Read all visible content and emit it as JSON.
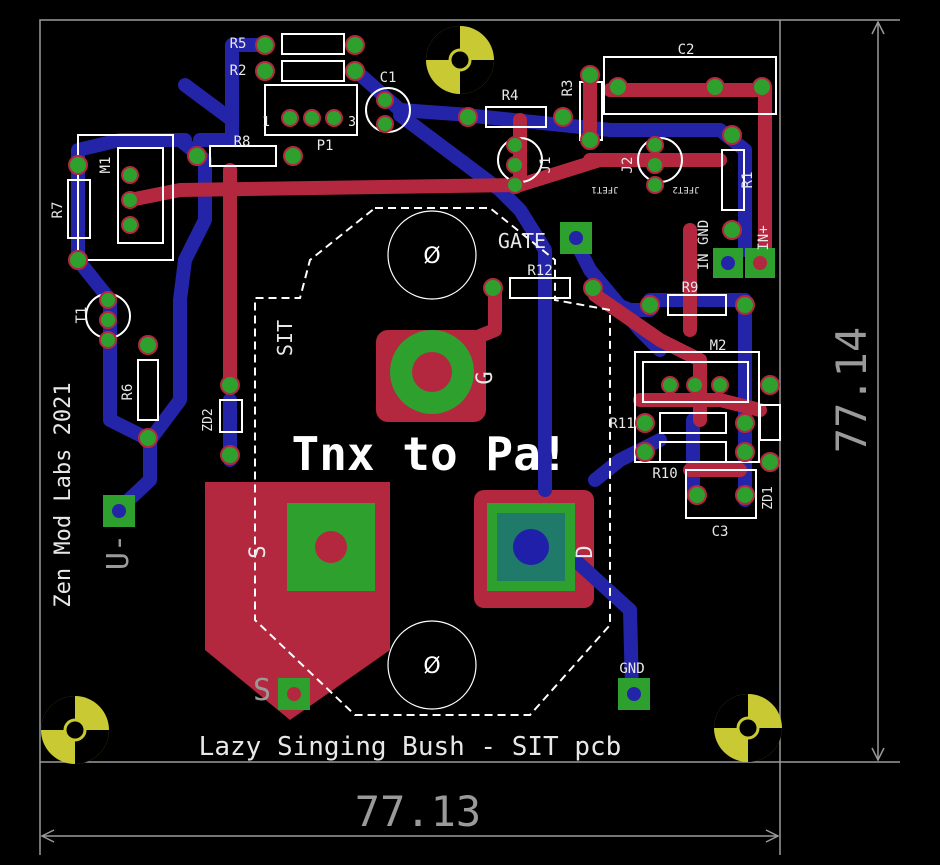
{
  "title": "Lazy Singing Bush - SIT pcb",
  "banner": "Tnx to Pa!",
  "maker": "Zen Mod Labs 2021",
  "dimensions": {
    "width": "77.13",
    "height": "77.14"
  },
  "pads": {
    "gate": "GATE",
    "gnd": "GND",
    "in_gnd": "IN GND",
    "in_plus": "IN+",
    "u_minus": "U-",
    "s": "S"
  },
  "parts": {
    "r5": "R5",
    "r2": "R2",
    "c1": "C1",
    "p1": "P1",
    "r8": "R8",
    "m1": "M1",
    "r7": "R7",
    "t1": "T1",
    "r6": "R6",
    "zd2": "ZD2",
    "r4": "R4",
    "r3": "R3",
    "c2": "C2",
    "j1": "J1",
    "j2": "J2",
    "r1": "R1",
    "r12": "R12",
    "r9": "R9",
    "m2": "M2",
    "r11": "R11",
    "r10": "R10",
    "zd1": "ZD1",
    "c3": "C3",
    "sit": "SIT",
    "g": "G",
    "s": "S",
    "d": "D",
    "jfet1": "JFET1",
    "jfet2": "JFET2",
    "p1_pin1": "1",
    "p1_pin3": "3"
  },
  "colors": {
    "background": "#000000",
    "top_copper": "#b3283f",
    "bottom_copper": "#2424a8",
    "pad": "#2ea02e",
    "silk": "#e8e8e8",
    "drill": "#c9c933"
  }
}
